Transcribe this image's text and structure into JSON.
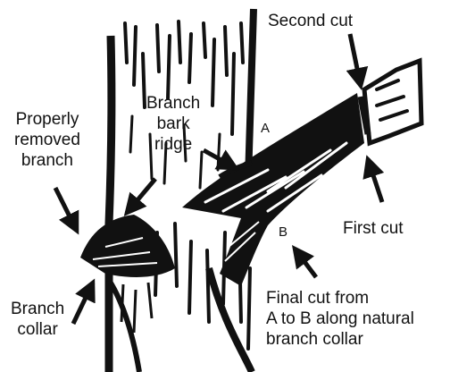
{
  "labels": {
    "second_cut": "Second cut",
    "properly_removed": [
      "Properly",
      "removed",
      "branch"
    ],
    "branch_bark_ridge": [
      "Branch",
      "bark",
      "ridge"
    ],
    "point_a": "A",
    "point_b": "B",
    "first_cut": "First cut",
    "branch_collar": [
      "Branch",
      "collar"
    ],
    "final_cut": [
      "Final cut from",
      "A to B along natural",
      "branch collar"
    ]
  },
  "colors": {
    "ink": "#111111",
    "paper": "#ffffff"
  },
  "icons": [
    "arrow-icon"
  ]
}
